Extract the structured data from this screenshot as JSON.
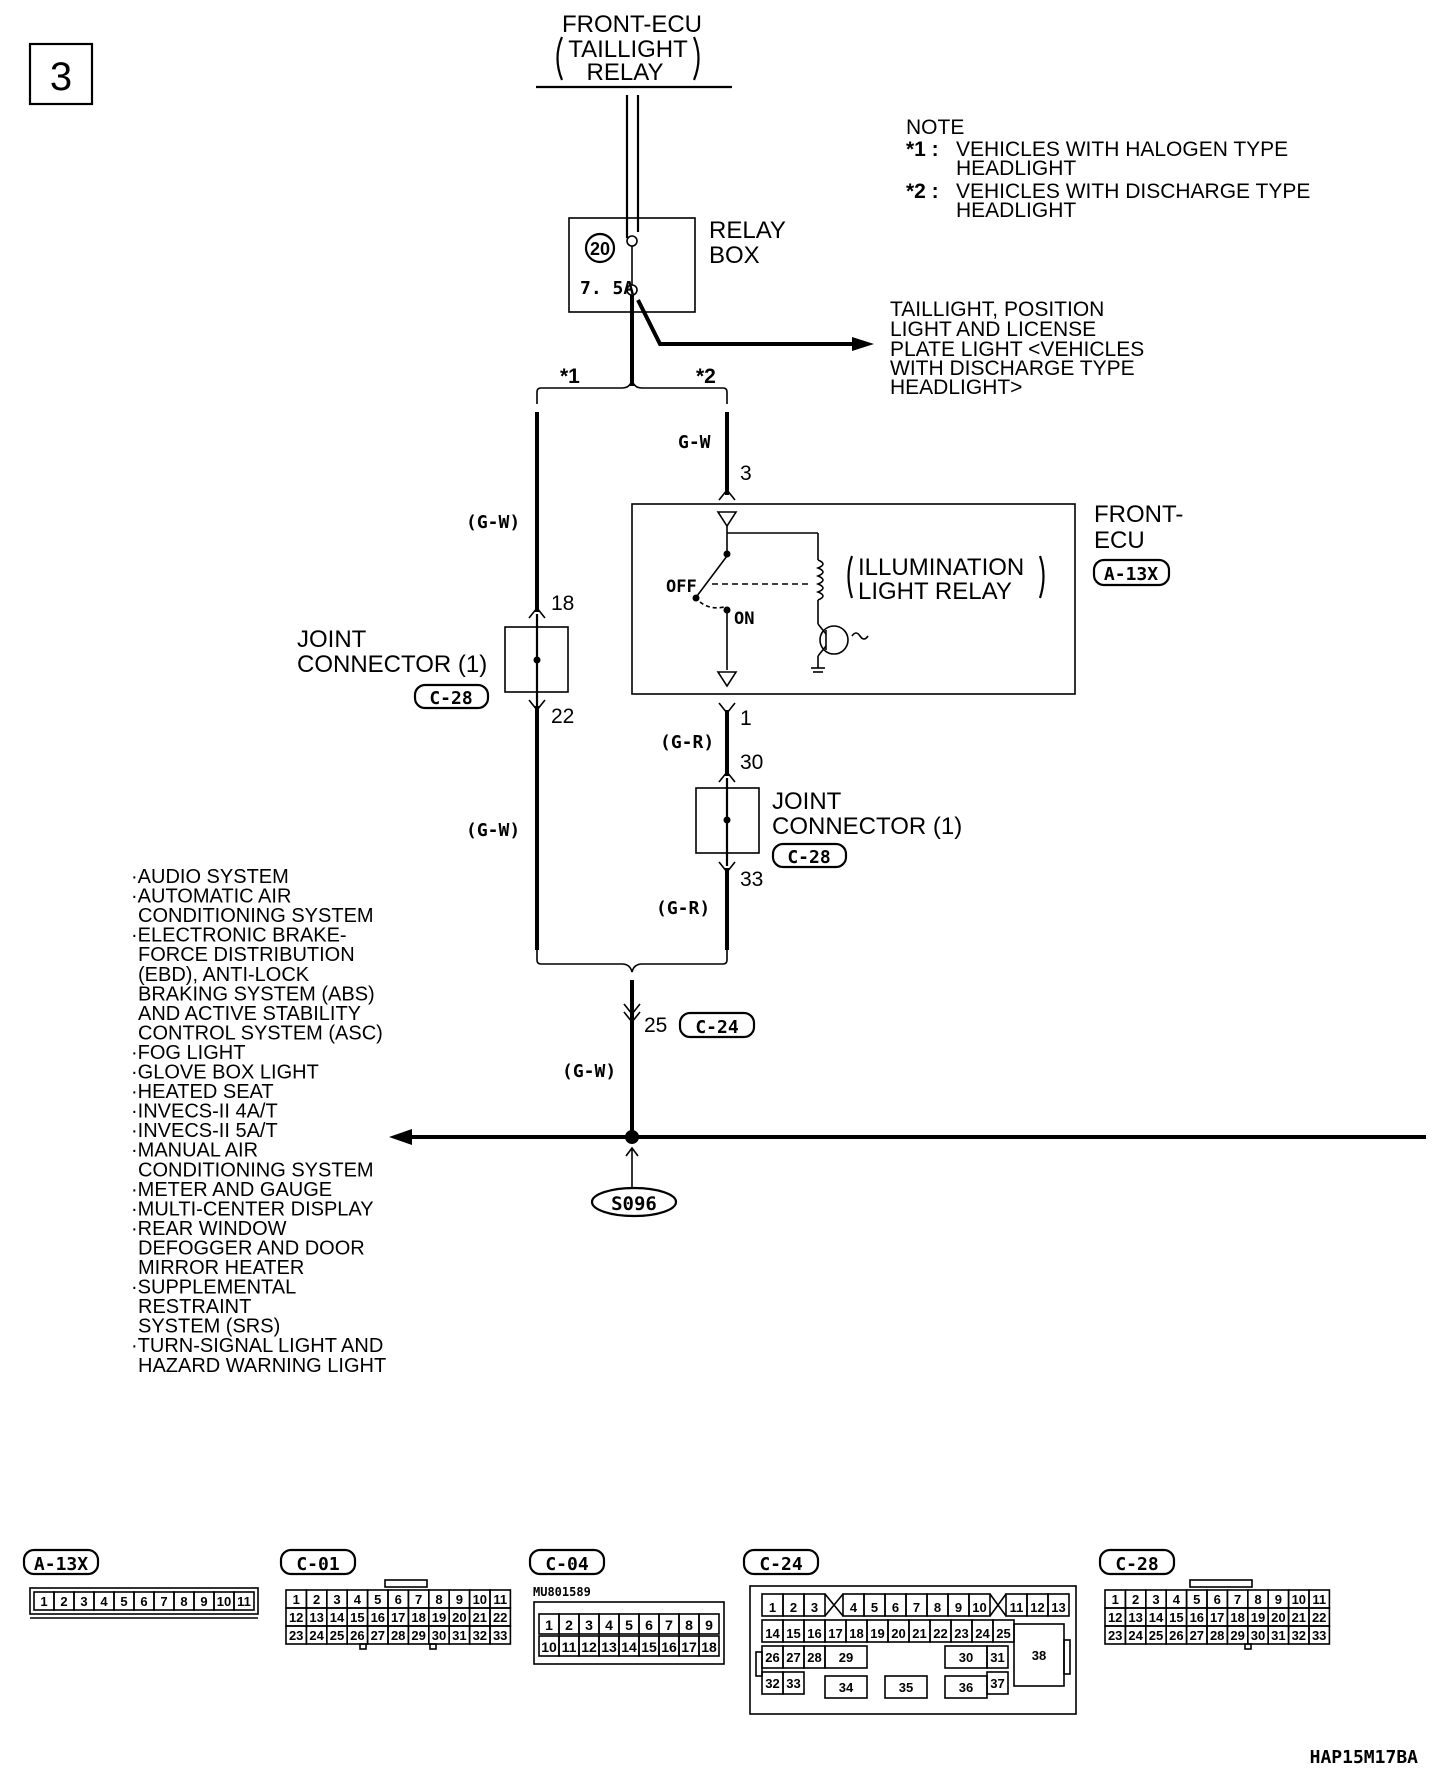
{
  "page_number": "3",
  "top_source": {
    "line1": "FRONT-ECU",
    "line2": "TAILLIGHT",
    "line3": "RELAY"
  },
  "note": {
    "title": "NOTE",
    "n1_mark": "*1 :",
    "n1_l1": "VEHICLES WITH HALOGEN TYPE",
    "n1_l2": "HEADLIGHT",
    "n2_mark": "*2 :",
    "n2_l1": "VEHICLES WITH DISCHARGE TYPE",
    "n2_l2": "HEADLIGHT"
  },
  "relay_box": {
    "label1": "RELAY",
    "label2": "BOX",
    "fuse_no": "20",
    "fuse_rating": "7. 5A"
  },
  "taillight_target": {
    "l1": "TAILLIGHT, POSITION",
    "l2": "LIGHT AND LICENSE",
    "l3": "PLATE LIGHT <VEHICLES",
    "l4": "WITH DISCHARGE TYPE",
    "l5": "HEADLIGHT>"
  },
  "branch_marks": {
    "left": "*1",
    "right": "*2"
  },
  "wire_colors": {
    "gw": "G-W",
    "gw_paren": "(G-W)",
    "gr_paren": "(G-R)"
  },
  "front_ecu": {
    "title1": "FRONT-",
    "title2": "ECU",
    "connector": "A-13X",
    "relay_l1": "ILLUMINATION",
    "relay_l2": "LIGHT RELAY",
    "off": "OFF",
    "on": "ON",
    "pin_in": "3",
    "pin_out": "1"
  },
  "joint_connector": {
    "l1": "JOINT",
    "l2": "CONNECTOR (1)",
    "connector": "C-28"
  },
  "pins": {
    "p18": "18",
    "p22": "22",
    "p30": "30",
    "p33": "33",
    "p25": "25"
  },
  "c24_label": "C-24",
  "splice": "S096",
  "systems": [
    "·AUDIO SYSTEM",
    "·AUTOMATIC AIR",
    "CONDITIONING SYSTEM",
    "·ELECTRONIC BRAKE-",
    "FORCE DISTRIBUTION",
    "(EBD), ANTI-LOCK",
    "BRAKING SYSTEM (ABS)",
    "AND ACTIVE STABILITY",
    "CONTROL SYSTEM (ASC)",
    "·FOG LIGHT",
    "·GLOVE BOX LIGHT",
    "·HEATED SEAT",
    "·INVECS-II 4A/T",
    "·INVECS-II 5A/T",
    "·MANUAL AIR",
    "CONDITIONING SYSTEM",
    "·METER AND GAUGE",
    "·MULTI-CENTER DISPLAY",
    "·REAR WINDOW",
    "DEFOGGER AND DOOR",
    "MIRROR HEATER",
    "·SUPPLEMENTAL",
    "RESTRAINT",
    "SYSTEM (SRS)",
    "·TURN-SIGNAL LIGHT AND",
    "HAZARD WARNING LIGHT"
  ],
  "connectors": {
    "a13x": {
      "name": "A-13X",
      "pins": [
        "1",
        "2",
        "3",
        "4",
        "5",
        "6",
        "7",
        "8",
        "9",
        "10",
        "11"
      ]
    },
    "c01": {
      "name": "C-01",
      "row1": [
        "1",
        "2",
        "3",
        "4",
        "5",
        "6",
        "7",
        "8",
        "9",
        "10",
        "11"
      ],
      "row2": [
        "12",
        "13",
        "14",
        "15",
        "16",
        "17",
        "18",
        "19",
        "20",
        "21",
        "22"
      ],
      "row3": [
        "23",
        "24",
        "25",
        "26",
        "27",
        "28",
        "29",
        "30",
        "31",
        "32",
        "33"
      ]
    },
    "c04": {
      "name": "C-04",
      "code": "MU801589",
      "row1": [
        "1",
        "2",
        "3",
        "4",
        "5",
        "6",
        "7",
        "8",
        "9"
      ],
      "row2": [
        "10",
        "11",
        "12",
        "13",
        "14",
        "15",
        "16",
        "17",
        "18"
      ]
    },
    "c24": {
      "name": "C-24",
      "row1a": [
        "1",
        "2",
        "3"
      ],
      "row1b": [
        "4",
        "5",
        "6",
        "7",
        "8",
        "9",
        "10"
      ],
      "row1c": [
        "11",
        "12",
        "13"
      ],
      "row2": [
        "14",
        "15",
        "16",
        "17",
        "18",
        "19",
        "20",
        "21",
        "22",
        "23",
        "24",
        "25"
      ],
      "p26": "26",
      "p27": "27",
      "p28": "28",
      "p29": "29",
      "p30": "30",
      "p31": "31",
      "p32": "32",
      "p33": "33",
      "p34": "34",
      "p35": "35",
      "p36": "36",
      "p37": "37",
      "p38": "38"
    },
    "c28": {
      "name": "C-28",
      "row1": [
        "1",
        "2",
        "3",
        "4",
        "5",
        "6",
        "7",
        "8",
        "9",
        "10",
        "11"
      ],
      "row2": [
        "12",
        "13",
        "14",
        "15",
        "16",
        "17",
        "18",
        "19",
        "20",
        "21",
        "22"
      ],
      "row3": [
        "23",
        "24",
        "25",
        "26",
        "27",
        "28",
        "29",
        "30",
        "31",
        "32",
        "33"
      ]
    }
  },
  "figure_code": "HAP15M17BA"
}
